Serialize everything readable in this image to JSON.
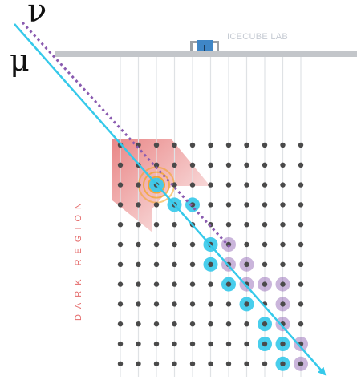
{
  "particles": {
    "neutrino_symbol": "ν",
    "muon_symbol": "μ"
  },
  "surface": {
    "lab_label": "ICECUBE LAB"
  },
  "region_label": "DARK REGION",
  "grid": {
    "rows": 12,
    "cols": 11
  },
  "hits": {
    "muon": [
      [
        2,
        2
      ],
      [
        3,
        3
      ],
      [
        3,
        4
      ],
      [
        5,
        5
      ],
      [
        6,
        5
      ],
      [
        7,
        6
      ],
      [
        8,
        7
      ],
      [
        9,
        8
      ],
      [
        10,
        8
      ],
      [
        11,
        9
      ],
      [
        10,
        9
      ]
    ],
    "neutrino": [
      [
        5,
        6
      ],
      [
        6,
        6
      ],
      [
        6,
        7
      ],
      [
        7,
        7
      ],
      [
        7,
        8
      ],
      [
        7,
        9
      ],
      [
        8,
        9
      ],
      [
        9,
        9
      ],
      [
        10,
        10
      ],
      [
        11,
        10
      ]
    ]
  },
  "colors": {
    "muon": "#35c9ea",
    "neutrino": "#8a5bb0",
    "surface": "#c3c6ca",
    "dark_region": "#e46a6a",
    "glow": "#f2a21e",
    "dom": "#4a4a4a",
    "lab": "#3f86c6"
  }
}
